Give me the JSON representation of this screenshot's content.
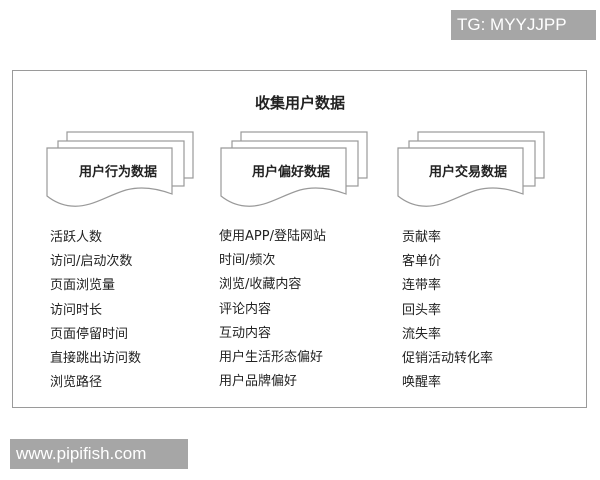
{
  "watermarks": {
    "top_right": "TG: MYYJJPP",
    "bottom_left": "www.pipifish.com"
  },
  "diagram": {
    "title": "收集用户数据",
    "categories": [
      {
        "label": "用户行为数据",
        "icon": "document-stack-icon",
        "items": [
          "活跃人数",
          "访问/启动次数",
          "页面浏览量",
          "访问时长",
          "页面停留时间",
          "直接跳出访问数",
          "浏览路径"
        ]
      },
      {
        "label": "用户偏好数据",
        "icon": "document-stack-icon",
        "items": [
          "使用APP/登陆网站",
          "时间/频次",
          "浏览/收藏内容",
          "评论内容",
          "互动内容",
          "用户生活形态偏好",
          "用户品牌偏好"
        ]
      },
      {
        "label": "用户交易数据",
        "icon": "document-stack-icon",
        "items": [
          "贡献率",
          "客单价",
          "连带率",
          "回头率",
          "流失率",
          "促销活动转化率",
          "唤醒率"
        ]
      }
    ],
    "colors": {
      "border": "#9a9a9a",
      "text": "#222222",
      "watermark_bg": "#a6a6a6",
      "watermark_text": "#ffffff"
    }
  }
}
